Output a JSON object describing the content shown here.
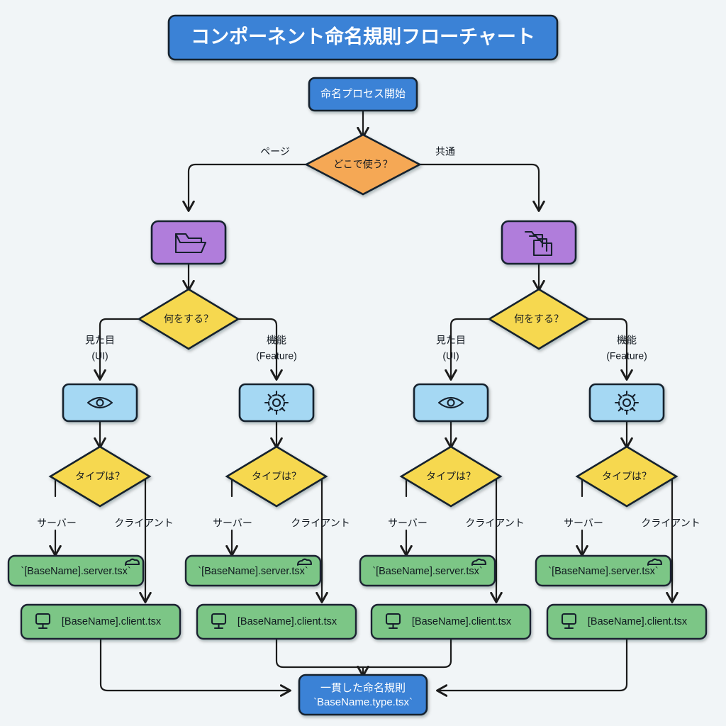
{
  "chart_data": {
    "type": "diagram",
    "diagram_kind": "flowchart",
    "title": "コンポーネント命名規則フローチャート",
    "orientation": "top-down",
    "background": "#f1f5f7"
  },
  "title": {
    "text": "コンポーネント命名規則フローチャート",
    "fill": "#3b82d6",
    "text_color": "#ffffff"
  },
  "colors": {
    "start_blue": "#3b82d6",
    "decision_orange": "#f5a855",
    "decision_yellow": "#f6d84f",
    "scope_purple": "#b07ddb",
    "role_blue": "#a5d8f3",
    "result_green": "#7cc686",
    "final_blue": "#3b82d6",
    "stroke": "#13202e",
    "background": "#f1f5f7"
  },
  "start": {
    "label": "命名プロセス開始",
    "icon": "none"
  },
  "root_decision": {
    "label": "どこで使う？",
    "branches": [
      {
        "label": "ページ",
        "side": "left"
      },
      {
        "label": "共通",
        "side": "right"
      }
    ]
  },
  "scope_nodes": [
    {
      "id": "page-scope",
      "icon": "folder-open-icon",
      "label": ""
    },
    {
      "id": "shared-scope",
      "icon": "folders-stack-icon",
      "label": ""
    }
  ],
  "purpose_decisions": [
    {
      "id": "purpose-left",
      "label": "何をする？"
    },
    {
      "id": "purpose-right",
      "label": "何をする？"
    }
  ],
  "purpose_branches": [
    {
      "label_line1": "見た目",
      "label_line2": "(UI)"
    },
    {
      "label_line1": "機能",
      "label_line2": "(Feature)"
    }
  ],
  "role_nodes": [
    {
      "id": "role-ui-1",
      "icon": "eye-icon"
    },
    {
      "id": "role-feature-1",
      "icon": "gear-icon"
    },
    {
      "id": "role-ui-2",
      "icon": "eye-icon"
    },
    {
      "id": "role-feature-2",
      "icon": "gear-icon"
    }
  ],
  "type_decisions": [
    {
      "id": "type-1",
      "label": "タイプは？"
    },
    {
      "id": "type-2",
      "label": "タイプは？"
    },
    {
      "id": "type-3",
      "label": "タイプは？"
    },
    {
      "id": "type-4",
      "label": "タイプは？"
    }
  ],
  "type_branches": [
    {
      "label": "サーバー"
    },
    {
      "label": "クライアント"
    }
  ],
  "results": {
    "server": {
      "label": "`[BaseName].server.tsx`",
      "icon": "cloud-icon"
    },
    "client": {
      "label": "[BaseName].client.tsx",
      "icon": "monitor-icon"
    },
    "server_nodes": [
      {
        "id": "server-1",
        "label": "`[BaseName].server.tsx`"
      },
      {
        "id": "server-2",
        "label": "`[BaseName].server.tsx`"
      },
      {
        "id": "server-3",
        "label": "`[BaseName].server.tsx`"
      },
      {
        "id": "server-4",
        "label": "`[BaseName].server.tsx`"
      }
    ],
    "client_nodes": [
      {
        "id": "client-1",
        "label": "[BaseName].client.tsx"
      },
      {
        "id": "client-2",
        "label": "[BaseName].client.tsx"
      },
      {
        "id": "client-3",
        "label": "[BaseName].client.tsx"
      },
      {
        "id": "client-4",
        "label": "[BaseName].client.tsx"
      }
    ]
  },
  "final": {
    "line1": "一貫した命名規則",
    "line2": "`BaseName.type.tsx`"
  }
}
